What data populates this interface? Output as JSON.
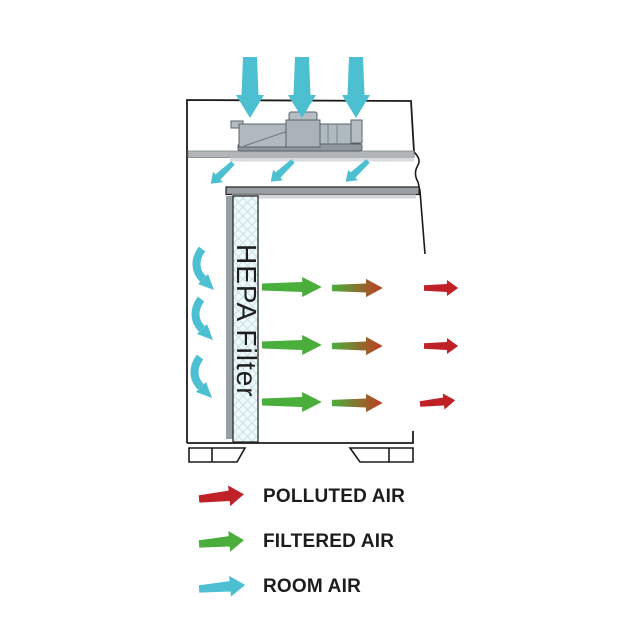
{
  "diagram": {
    "filter_label": "HEPA Filter"
  },
  "legend": {
    "items": [
      {
        "id": "polluted-air",
        "label": "POLLUTED AIR"
      },
      {
        "id": "filtered-air",
        "label": "FILTERED AIR"
      },
      {
        "id": "room-air",
        "label": "ROOM AIR"
      }
    ]
  },
  "colors": {
    "room_air": "#4cbfd1",
    "filtered_air": "#4aae3c",
    "polluted_air": "#bf2127",
    "transition_start": "#4aae3c",
    "transition_end": "#c23b22",
    "cabinet_outline": "#1b1b1b",
    "shelf_gray": "#b2b6b9",
    "filter_frame_gray": "#98a0a6"
  }
}
